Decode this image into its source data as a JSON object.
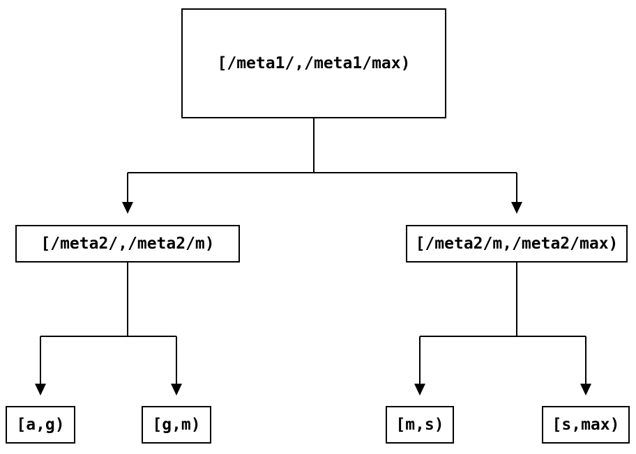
{
  "diagram": {
    "type": "binary-interval-tree",
    "colors": {
      "background": "#ffffff",
      "line": "#000000",
      "box_border": "#000000",
      "text": "#000000"
    },
    "nodes": [
      {
        "id": "root",
        "level": 0,
        "label": "[/meta1/,/meta1/max)"
      },
      {
        "id": "left-mid",
        "level": 1,
        "label": "[/meta2/,/meta2/m)"
      },
      {
        "id": "right-mid",
        "level": 1,
        "label": "[/meta2/m,/meta2/max)"
      },
      {
        "id": "leaf-ag",
        "level": 2,
        "label": "[a,g)"
      },
      {
        "id": "leaf-gm",
        "level": 2,
        "label": "[g,m)"
      },
      {
        "id": "leaf-ms",
        "level": 2,
        "label": "[m,s)"
      },
      {
        "id": "leaf-smax",
        "level": 2,
        "label": "[s,max)"
      }
    ],
    "edges": [
      {
        "from": "root",
        "to": "left-mid"
      },
      {
        "from": "root",
        "to": "right-mid"
      },
      {
        "from": "left-mid",
        "to": "leaf-ag"
      },
      {
        "from": "left-mid",
        "to": "leaf-gm"
      },
      {
        "from": "right-mid",
        "to": "leaf-ms"
      },
      {
        "from": "right-mid",
        "to": "leaf-smax"
      }
    ]
  }
}
